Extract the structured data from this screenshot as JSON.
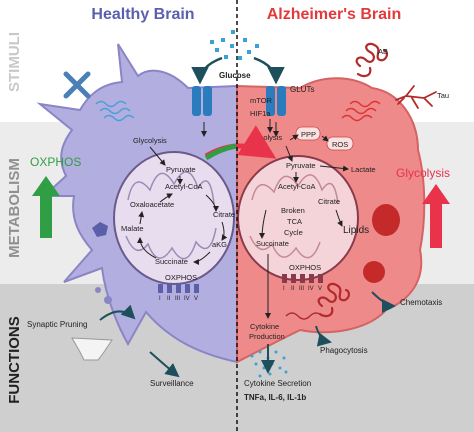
{
  "titles": {
    "left": "Healthy Brain",
    "right": "Alzheimer's Brain"
  },
  "bands": {
    "stimuli": "STIMULI",
    "metabolism": "METABOLISM",
    "functions": "FUNCTIONS"
  },
  "stimuli": {
    "glucose": "Glucose",
    "gluts": "GLUTs",
    "ab": "AB",
    "tau": "Tau"
  },
  "side_labels": {
    "oxphos": "OXPHOS",
    "glycolysis": "Glycolysis"
  },
  "healthy_cell": {
    "glycolysis": "Glycolysis",
    "pyruvate": "Pyruvate",
    "acetyl_coa": "Acetyl-CoA",
    "oxaloacetate": "Oxaloacetate",
    "citrate": "Citrate",
    "malate": "Malate",
    "akg": "aKG",
    "succinate": "Succinate",
    "oxphos": "OXPHOS",
    "complexes": [
      "I",
      "II",
      "III",
      "IV",
      "V"
    ]
  },
  "ad_cell": {
    "mtor": "mTOR",
    "hif1a": "HIF1a",
    "glycolysis": "glycolysis",
    "ppp": "PPP",
    "ros": "ROS",
    "pyruvate": "Pyruvate",
    "lactate": "Lactate",
    "acetyl_coa": "Acetyl-CoA",
    "citrate": "Citrate",
    "broken": "Broken",
    "tca": "TCA",
    "cycle": "Cycle",
    "lipids": "Lipids",
    "succinate": "Succinate",
    "oxphos": "OXPHOS",
    "complexes": [
      "I",
      "II",
      "III",
      "IV",
      "V"
    ],
    "cytokine": "Cytokine",
    "production": "Production"
  },
  "functions": {
    "synaptic_pruning": "Synaptic Pruning",
    "surveillance": "Surveillance",
    "chemotaxis": "Chemotaxis",
    "phagocytosis": "Phagocytosis",
    "cytokine_secretion": "Cytokine Secretion",
    "cytokines": "TNFa, IL-6, IL-1b"
  },
  "colors": {
    "healthy_cell": "#b3aee0",
    "healthy_title": "#5b5fae",
    "ad_cell": "#ef8a8a",
    "ad_title": "#e23a3a",
    "mitochondria": "#e8dcef",
    "green_arrow": "#2f9e44",
    "red_arrow": "#e8334a",
    "receptor": "#2b7bbf",
    "ab": "#b22a2a",
    "tau": "#b22a2a"
  }
}
